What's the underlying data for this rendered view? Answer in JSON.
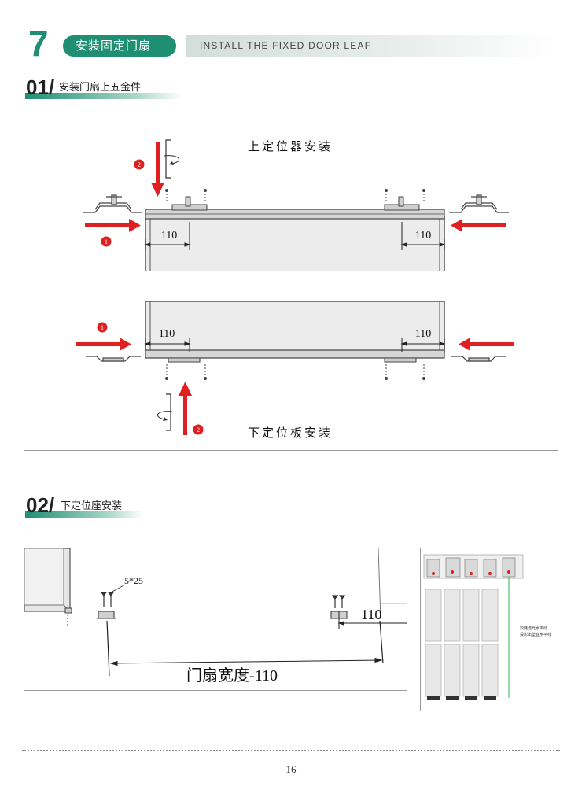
{
  "header": {
    "chapter_number": "7",
    "chapter_title": "安装固定门扇",
    "chapter_title_en": "INSTALL THE FIXED DOOR LEAF",
    "accent_color": "#1e8f72"
  },
  "section1": {
    "number": "01/",
    "title": "安装门扇上五金件",
    "top_figure": {
      "caption": "上定位器安装",
      "dim_left": "110",
      "dim_right": "110",
      "step1": "1",
      "step2": "2"
    },
    "bottom_figure": {
      "caption": "下定位板安装",
      "dim_left": "110",
      "dim_right": "110",
      "step1": "1",
      "step2": "2"
    }
  },
  "section2": {
    "number": "02/",
    "title": "下定位座安装",
    "figure": {
      "screw_label": "5*25",
      "dim_right": "110",
      "width_label": "门扇宽度-110"
    },
    "side_figure": {
      "note_line1": "铰链激光水平线",
      "note_line2": "投影出壁直水平线"
    }
  },
  "footer": {
    "page_number": "16"
  },
  "colors": {
    "arrow_red": "#e02020",
    "door_gray": "#ececec",
    "frame_stroke": "#555555"
  }
}
